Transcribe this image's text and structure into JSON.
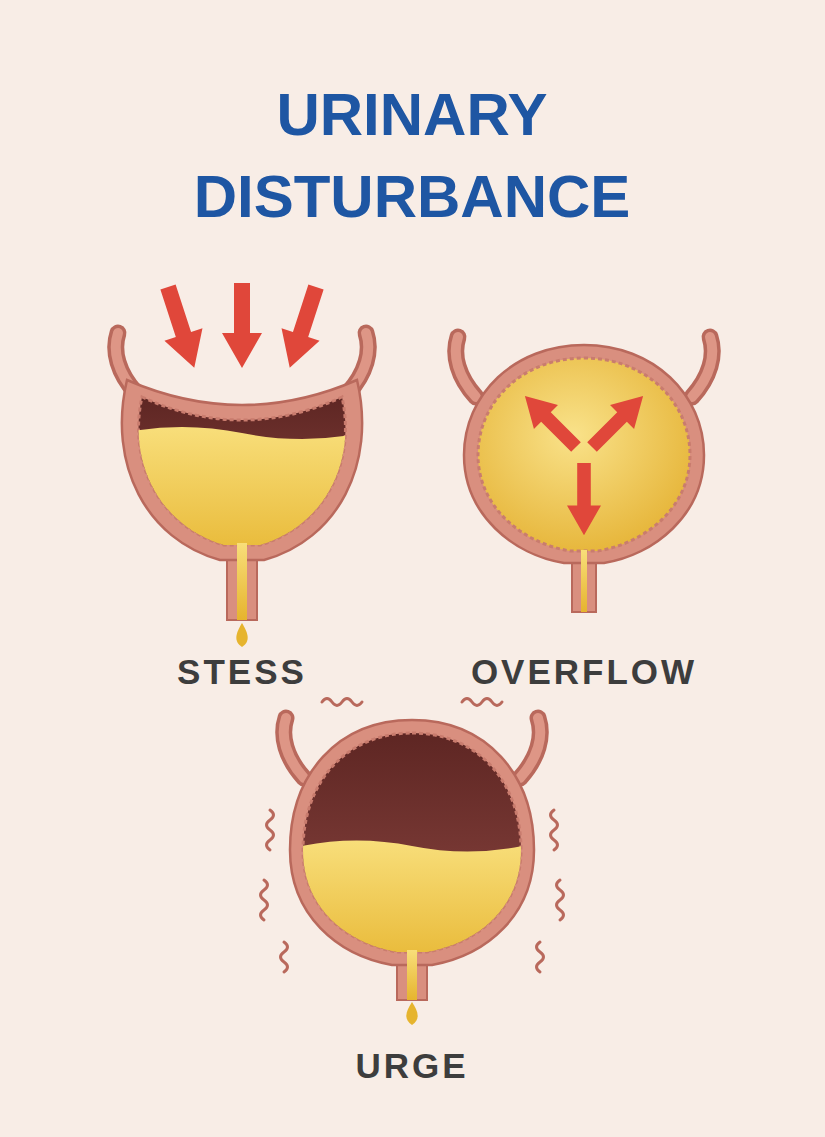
{
  "diagram": {
    "title": "URINARY DISTURBANCE",
    "labels": [
      "STESS",
      "OVERFLOW",
      "URGE"
    ]
  }
}
